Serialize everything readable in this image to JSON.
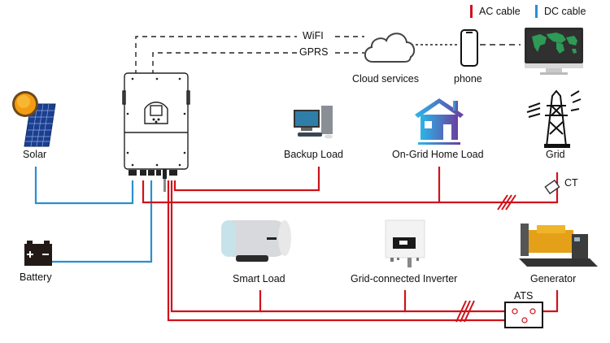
{
  "legend": {
    "ac": {
      "label": "AC cable",
      "color": "#d0121b"
    },
    "dc": {
      "label": "DC cable",
      "color": "#2a8fd0"
    }
  },
  "comm": {
    "wifi": "WiFI",
    "gprs": "GPRS"
  },
  "nodes": {
    "cloud": "Cloud services",
    "phone": "phone",
    "solar": "Solar",
    "battery": "Battery",
    "backup_load": "Backup Load",
    "on_grid_home_load": "On-Grid Home Load",
    "grid": "Grid",
    "ct": "CT",
    "smart_load": "Smart Load",
    "grid_inverter": "Grid-connected Inverter",
    "generator": "Generator",
    "ats": "ATS"
  }
}
